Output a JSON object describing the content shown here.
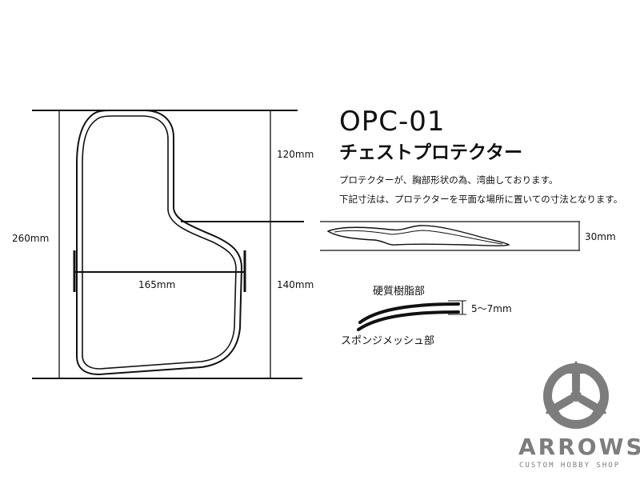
{
  "product": {
    "code": "OPC-01",
    "name": "チェストプロテクター"
  },
  "notes": [
    "プロテクターが、胸部形状の為、湾曲しております。",
    "下記寸法は、プロテクターを平面な場所に置いての寸法となります。"
  ],
  "dimensions": {
    "total_height": "260mm",
    "upper_height": "120mm",
    "lower_height": "140mm",
    "width": "165mm",
    "thickness": "30mm",
    "hard_layer": "5〜7mm"
  },
  "material_labels": {
    "hard_resin": "硬質樹脂部",
    "sponge_mesh": "スポンジメッシュ部"
  },
  "brand": {
    "name": "ARROWS",
    "tagline": "CUSTOM HOBBY SHOP"
  },
  "colors": {
    "line": "#111111",
    "logo": "#7d7d7d"
  }
}
